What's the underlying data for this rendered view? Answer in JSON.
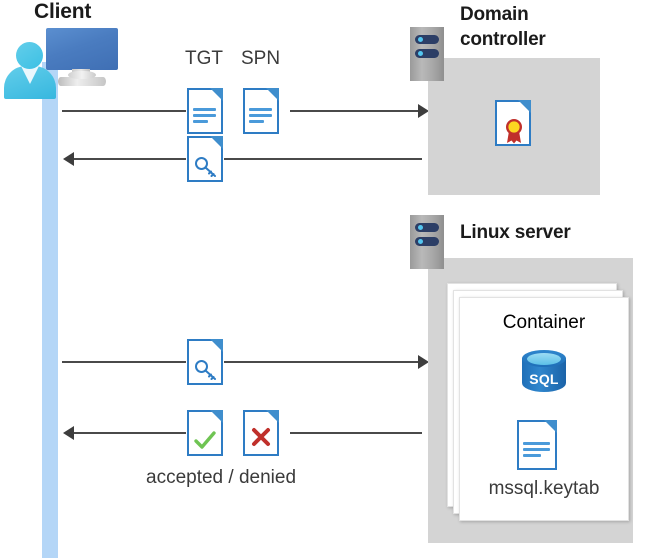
{
  "diagram": {
    "title_client": "Client",
    "title_domain_controller": "Domain\ncontroller",
    "title_domain_controller_line1": "Domain",
    "title_domain_controller_line2": "controller",
    "title_linux_server": "Linux server",
    "title_container": "Container",
    "keytab_label": "mssql.keytab",
    "result_label": "accepted / denied",
    "sql_label": "SQL",
    "message_labels": {
      "tgt": "TGT",
      "spn": "SPN"
    },
    "icons": {
      "client": "user-computer-icon",
      "server_rack": "server-rack-icon",
      "certificate_doc": "certificate-document-icon",
      "ticket_doc": "key-document-icon",
      "text_doc": "text-document-icon",
      "accepted_doc": "checkmark-document-icon",
      "denied_doc": "x-mark-document-icon",
      "database": "sql-database-icon"
    },
    "flows": [
      {
        "id": "flow-1",
        "direction": "right",
        "label": "TGT SPN request to domain controller"
      },
      {
        "id": "flow-2",
        "direction": "left",
        "label": "service ticket returned to client"
      },
      {
        "id": "flow-3",
        "direction": "right",
        "label": "service ticket presented to linux server"
      },
      {
        "id": "flow-4",
        "direction": "left",
        "label": "accepted / denied response"
      }
    ],
    "colors": {
      "lifeline": "#b4d6f7",
      "panel_gray": "#d4d4d4",
      "doc_blue": "#2e7cc4",
      "accent_cyan": "#3cc0e4",
      "accept_green": "#6fc453",
      "deny_red": "#c0302b",
      "sql_blue": "#1f6fb8",
      "arrow_gray": "#3d3d3d",
      "text_dark": "#1b1b1b"
    }
  }
}
